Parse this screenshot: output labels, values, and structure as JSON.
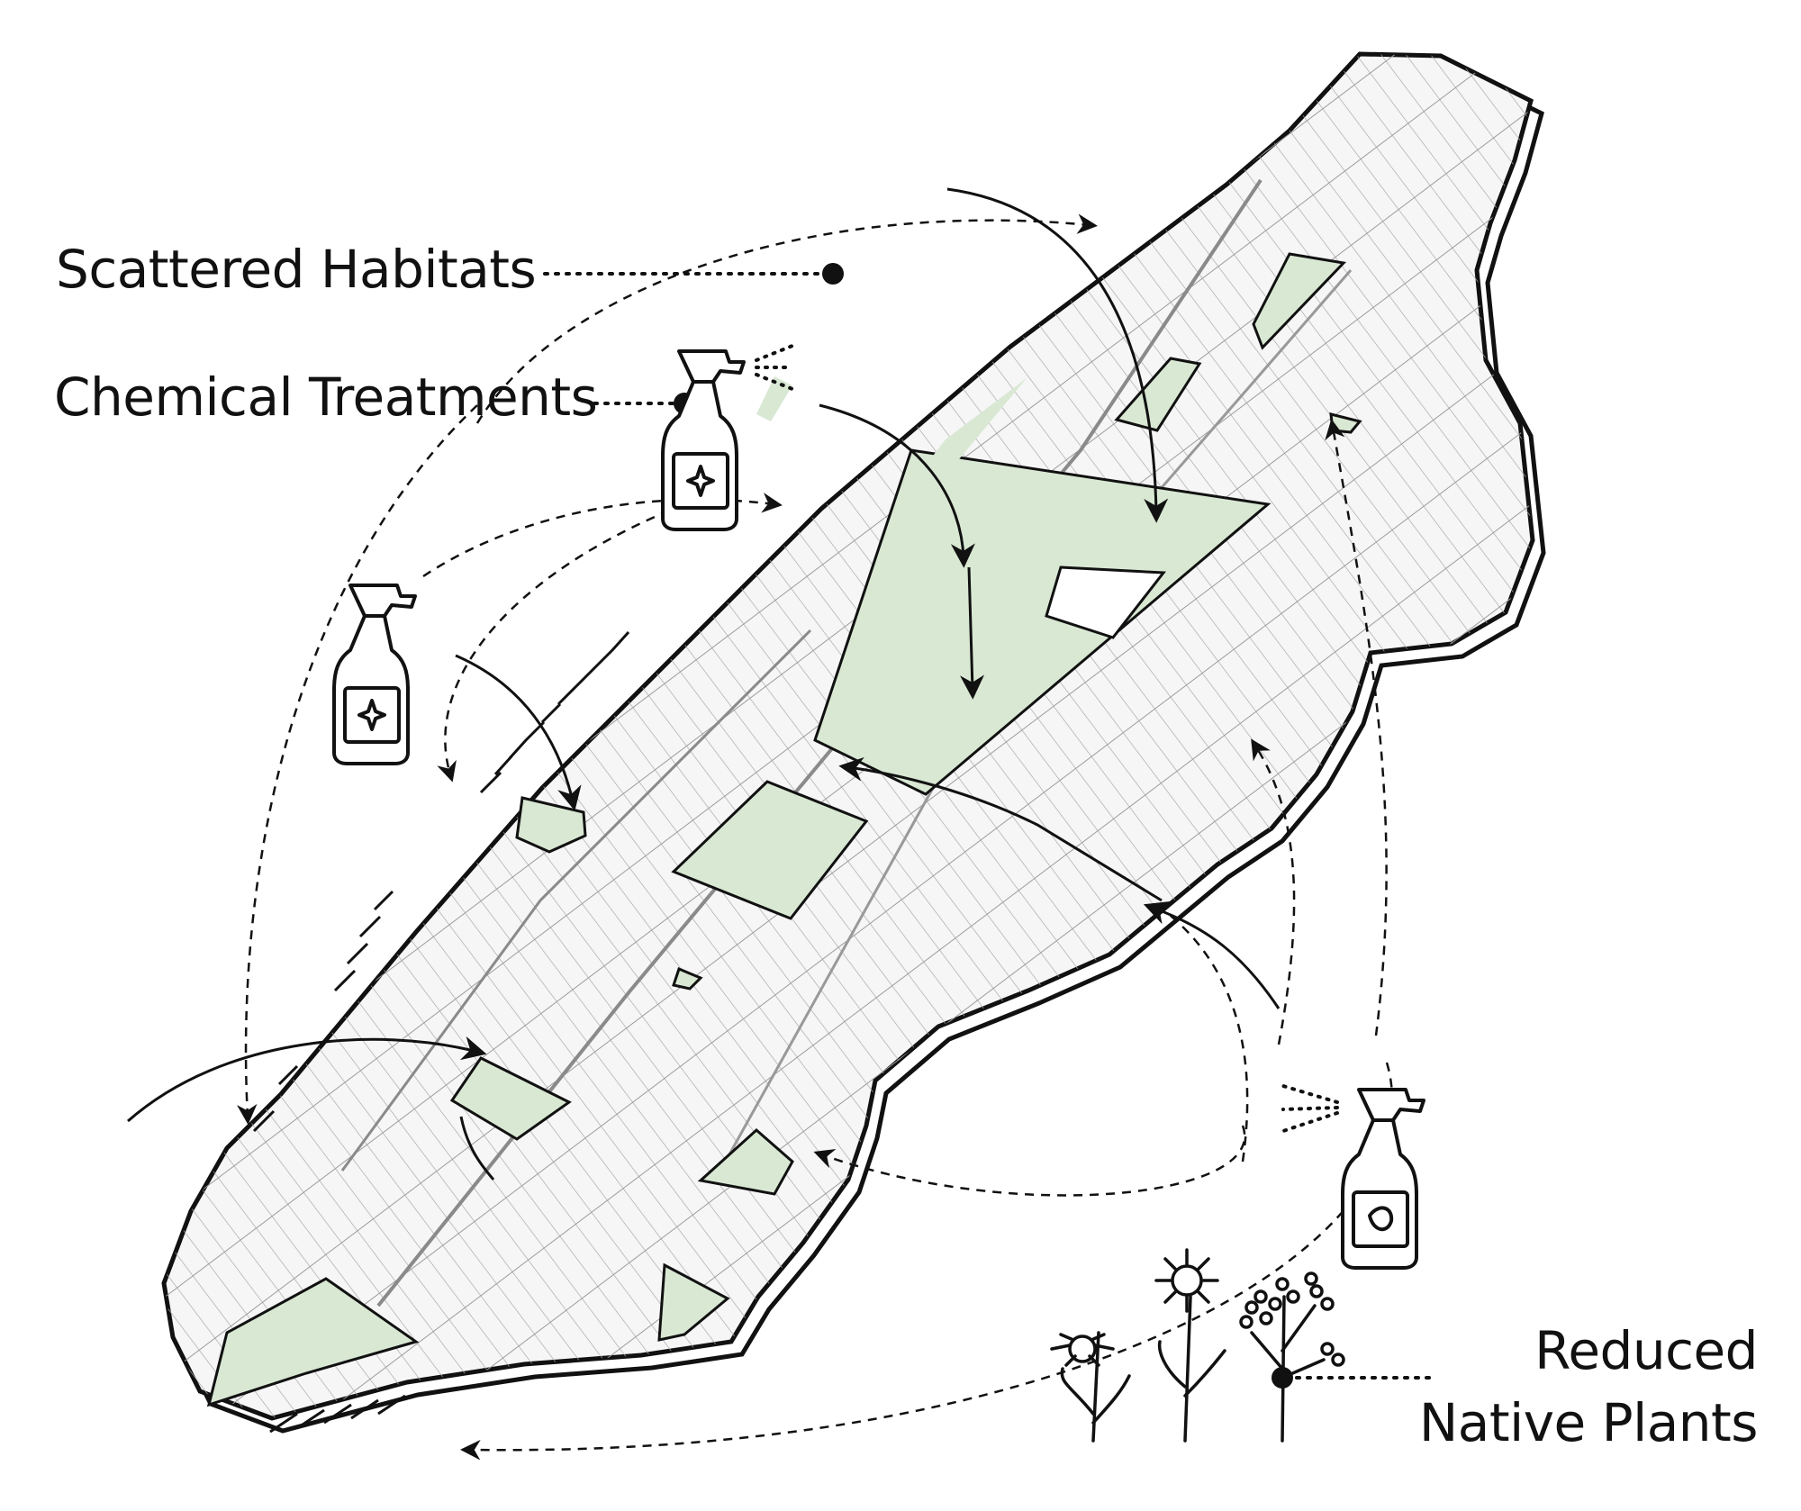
{
  "labels": {
    "scattered_habitats": "Scattered Habitats",
    "chemical_treatments": "Chemical Treatments",
    "reduced_native_plants_line1": "Reduced",
    "reduced_native_plants_line2": "Native Plants"
  },
  "icons": [
    "spray-bottle-icon",
    "spray-bottle-icon",
    "spray-bottle-icon",
    "native-flowers-icon"
  ],
  "colors": {
    "park_green": "#d9e8d3",
    "ink": "#111111",
    "street_gray": "#9a9a9a",
    "land": "#f6f6f6"
  }
}
